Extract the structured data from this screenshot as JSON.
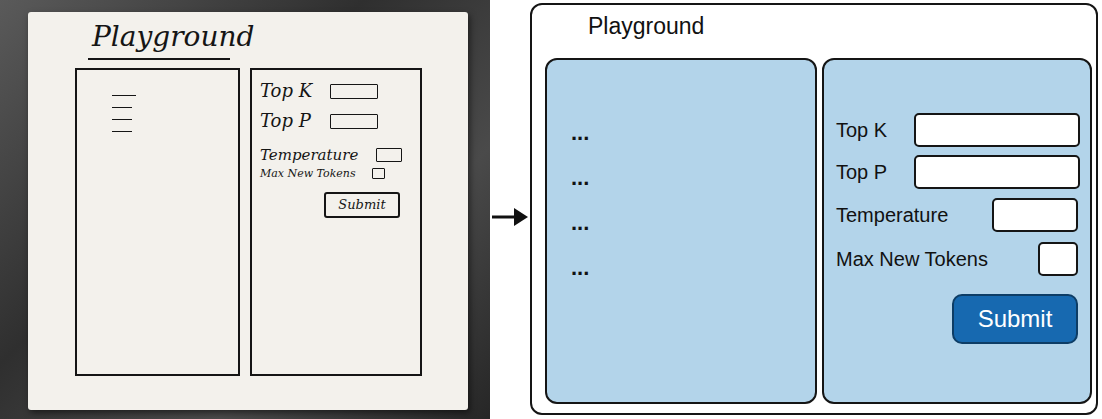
{
  "diagram": {
    "nodes": [
      {
        "text": [
          "Playground"
        ]
      },
      {
        "text": [
          "Top K",
          "Top P",
          "Temperature",
          "Max New Tokens"
        ],
        "in": 0
      },
      {
        "text": [
          "Submit"
        ],
        "in": 1
      },
      {
        "text": [
          "Playground"
        ]
      },
      {
        "text": [
          "...",
          "...",
          "...",
          "..."
        ],
        "in": 3
      },
      {
        "text": [
          "Top K",
          "Top P",
          "Temperature",
          "Max New Tokens"
        ],
        "in": 3
      },
      {
        "text": [
          "Submit"
        ],
        "in": 5
      }
    ],
    "edges": [
      {
        "from": 0,
        "to": 3,
        "arrow": "to"
      }
    ]
  }
}
